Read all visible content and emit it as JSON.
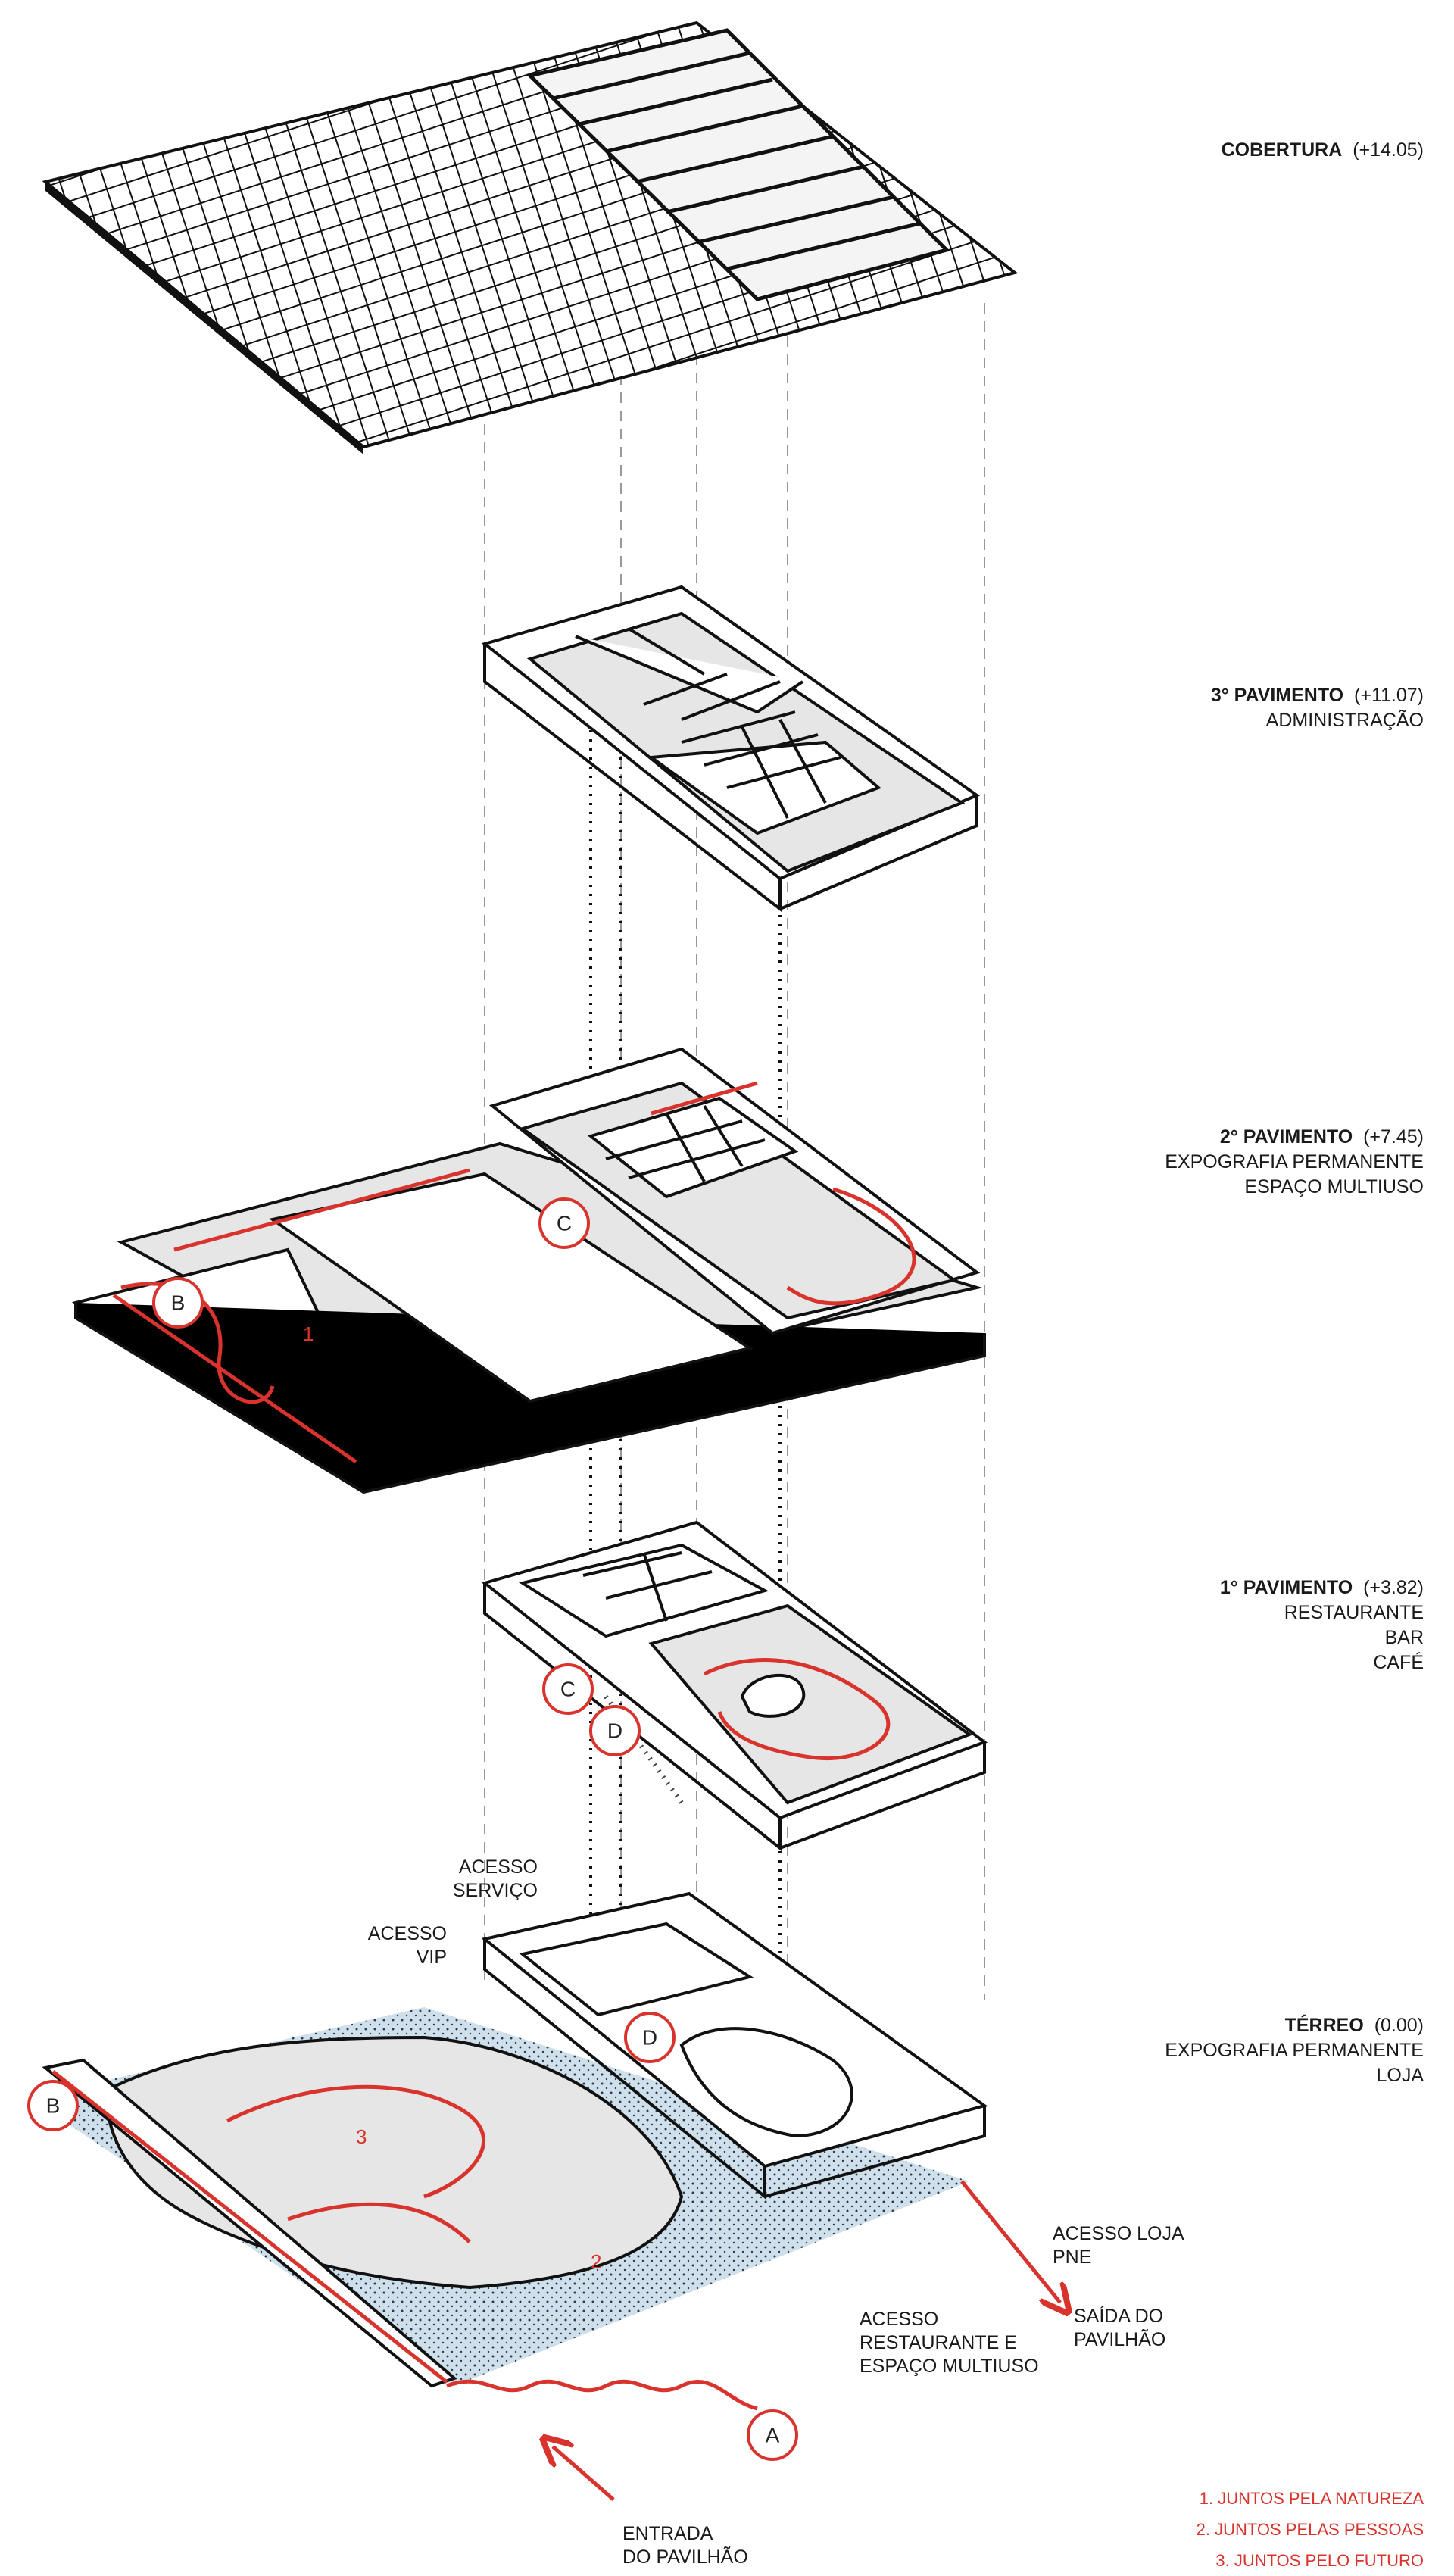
{
  "levels": [
    {
      "name": "COBERTURA",
      "elevation": "(+14.05)",
      "lines": []
    },
    {
      "name": "3° PAVIMENTO",
      "elevation": "(+11.07)",
      "lines": [
        "ADMINISTRAÇÃO"
      ]
    },
    {
      "name": "2° PAVIMENTO",
      "elevation": "(+7.45)",
      "lines": [
        "EXPOGRAFIA PERMANENTE",
        "ESPAÇO MULTIUSO"
      ]
    },
    {
      "name": "1° PAVIMENTO",
      "elevation": "(+3.82)",
      "lines": [
        "RESTAURANTE",
        "BAR",
        "CAFÉ"
      ]
    },
    {
      "name": "TÉRREO",
      "elevation": "(0.00)",
      "lines": [
        "EXPOGRAFIA PERMANENTE",
        "LOJA"
      ]
    }
  ],
  "access_notes": {
    "servico": [
      "ACESSO",
      "SERVIÇO"
    ],
    "vip": [
      "ACESSO",
      "VIP"
    ],
    "loja_pne": [
      "ACESSO LOJA",
      "PNE"
    ],
    "saida": [
      "SAÍDA DO",
      "PAVILHÃO"
    ],
    "restaurante": [
      "ACESSO",
      "RESTAURANTE E",
      "ESPAÇO MULTIUSO"
    ],
    "entrada": [
      "ENTRADA",
      "DO PAVILHÃO"
    ]
  },
  "circuit_tags": [
    "A",
    "B",
    "C",
    "D"
  ],
  "route_numbers": [
    "1",
    "2",
    "3"
  ],
  "legend": [
    "1. JUNTOS PELA NATUREZA",
    "2. JUNTOS PELAS PESSOAS",
    "3. JUNTOS PELO FUTURO"
  ],
  "colors": {
    "route": "#d8332c",
    "floor": "#e6e6e6",
    "ground": "#cfe0ea",
    "ink": "#111111"
  }
}
